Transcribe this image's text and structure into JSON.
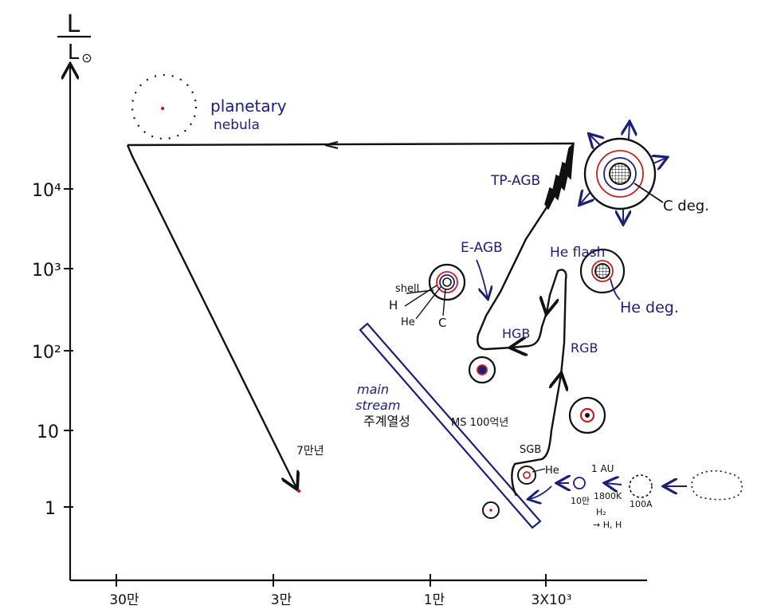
{
  "axes": {
    "y_label_top": "L",
    "y_label_bottom": "L",
    "y_label_sun_symbol": "⊙",
    "y_ticks": [
      "10⁴",
      "10³",
      "10²",
      "10",
      "1"
    ],
    "x_ticks": [
      "30만",
      "3만",
      "1만",
      "3X10³"
    ]
  },
  "labels": {
    "planetary_nebula_line1": "planetary",
    "planetary_nebula_line2": "nebula",
    "tp_agb": "TP-AGB",
    "e_agb": "E-AGB",
    "he_flash": "He flash",
    "hgb": "HGB",
    "rgb": "RGB",
    "sgb": "SGB",
    "main_stream_line1": "main",
    "main_stream_line2": "stream",
    "main_sequence_korean": "주계열성",
    "ms_duration": "MS 100억년",
    "age_70k": "7만년",
    "c_deg": "C deg.",
    "he_deg": "He deg.",
    "shell": "shell",
    "h": "H",
    "he_core": "He",
    "c_core": "C",
    "he_small": "He",
    "au_1": "1 AU",
    "temp_100k": "10만",
    "temp_1800k": "1800K",
    "size_100a": "100A",
    "h2": "H₂",
    "h2_dissociation": "→ H, H"
  },
  "colors": {
    "ink": "#111111",
    "blue_ink": "#1c1f7a",
    "red_ink": "#c8201e"
  }
}
